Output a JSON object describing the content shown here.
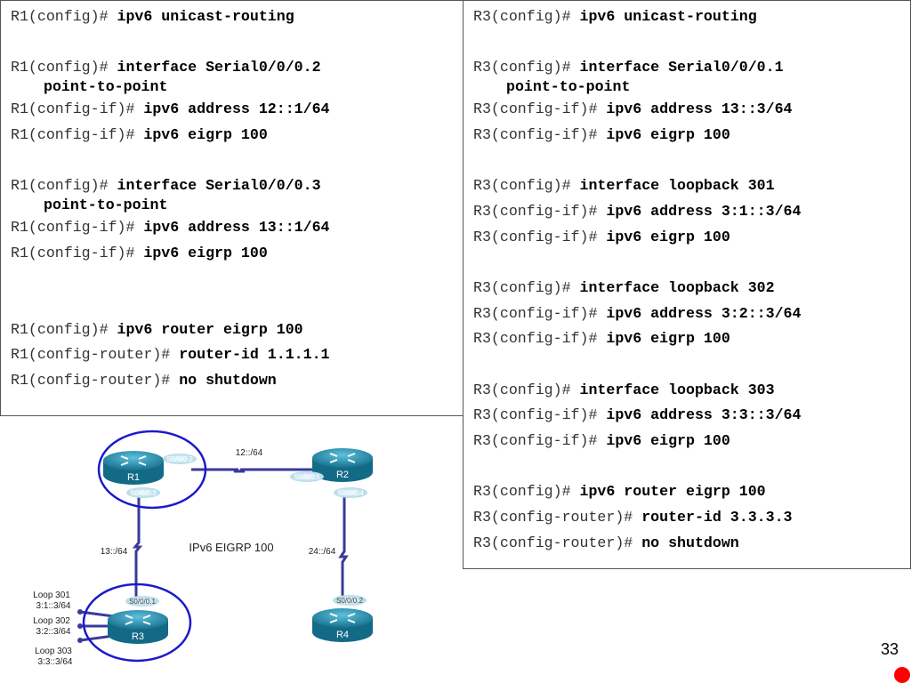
{
  "r1_config": [
    {
      "prompt": "R1(config)# ",
      "cmd": "ipv6 unicast-routing"
    },
    {
      "blank": true
    },
    {
      "prompt": "R1(config)# ",
      "cmd": "interface Serial0/0/0.2"
    },
    {
      "cont": "point-to-point"
    },
    {
      "prompt": "R1(config-if)# ",
      "cmd": "ipv6 address 12::1/64"
    },
    {
      "prompt": "R1(config-if)# ",
      "cmd": "ipv6 eigrp 100"
    },
    {
      "blank": true
    },
    {
      "prompt": "R1(config)# ",
      "cmd": "interface Serial0/0/0.3"
    },
    {
      "cont": "point-to-point"
    },
    {
      "prompt": "R1(config-if)# ",
      "cmd": "ipv6 address 13::1/64"
    },
    {
      "prompt": "R1(config-if)# ",
      "cmd": "ipv6 eigrp 100"
    },
    {
      "blank2": true
    },
    {
      "prompt": "R1(config)# ",
      "cmd": "ipv6 router eigrp 100"
    },
    {
      "prompt": "R1(config-router)# ",
      "cmd": "router-id 1.1.1.1"
    },
    {
      "prompt": "R1(config-router)# ",
      "cmd": "no shutdown"
    }
  ],
  "r3_config": [
    {
      "prompt": "R3(config)# ",
      "cmd": "ipv6 unicast-routing"
    },
    {
      "blank": true
    },
    {
      "prompt": "R3(config)# ",
      "cmd": "interface Serial0/0/0.1"
    },
    {
      "cont": "point-to-point"
    },
    {
      "prompt": "R3(config-if)# ",
      "cmd": "ipv6 address 13::3/64"
    },
    {
      "prompt": "R3(config-if)# ",
      "cmd": "ipv6 eigrp 100"
    },
    {
      "blank": true
    },
    {
      "prompt": "R3(config)# ",
      "cmd": "interface loopback 301"
    },
    {
      "prompt": "R3(config-if)# ",
      "cmd": "ipv6 address 3:1::3/64"
    },
    {
      "prompt": "R3(config-if)# ",
      "cmd": "ipv6 eigrp 100"
    },
    {
      "blank": true
    },
    {
      "prompt": "R3(config)# ",
      "cmd": "interface loopback 302"
    },
    {
      "prompt": "R3(config-if)# ",
      "cmd": "ipv6 address 3:2::3/64"
    },
    {
      "prompt": "R3(config-if)# ",
      "cmd": "ipv6 eigrp 100"
    },
    {
      "blank": true
    },
    {
      "prompt": "R3(config)# ",
      "cmd": "interface loopback 303"
    },
    {
      "prompt": "R3(config-if)# ",
      "cmd": "ipv6 address 3:3::3/64"
    },
    {
      "prompt": "R3(config-if)# ",
      "cmd": "ipv6 eigrp 100"
    },
    {
      "blank": true
    },
    {
      "prompt": "R3(config)# ",
      "cmd": "ipv6 router eigrp 100"
    },
    {
      "prompt": "R3(config-router)# ",
      "cmd": "router-id 3.3.3.3"
    },
    {
      "prompt": "R3(config-router)# ",
      "cmd": "no shutdown"
    }
  ],
  "diagram": {
    "routers": {
      "r1": "R1",
      "r2": "R2",
      "r3": "R3",
      "r4": "R4"
    },
    "interfaces": {
      "r1_s002": "S0/0/0.2",
      "r1_s003": "S0/0/0.3",
      "r2_s001": "S0/0/0.1",
      "r2_s004": "S0/0/0.4",
      "r3_s001": "S0/0/0.1",
      "r4_s002": "S0/0/0.2"
    },
    "links": {
      "r1_r2": "12::/64",
      "r1_r3": "13::/64",
      "r2_r4": "24::/64"
    },
    "protocol_label": "IPv6 EIGRP 100",
    "loopbacks": [
      {
        "name": "Loop 301",
        "addr": "3:1::3/64"
      },
      {
        "name": "Loop 302",
        "addr": "3:2::3/64"
      },
      {
        "name": "Loop 303",
        "addr": "3:3::3/64"
      }
    ]
  },
  "colors": {
    "router": "#1f8fb0",
    "link": "#3a3a9a",
    "highlight": "#1a1acc",
    "dot": "#ff0000"
  },
  "page_number": "33"
}
